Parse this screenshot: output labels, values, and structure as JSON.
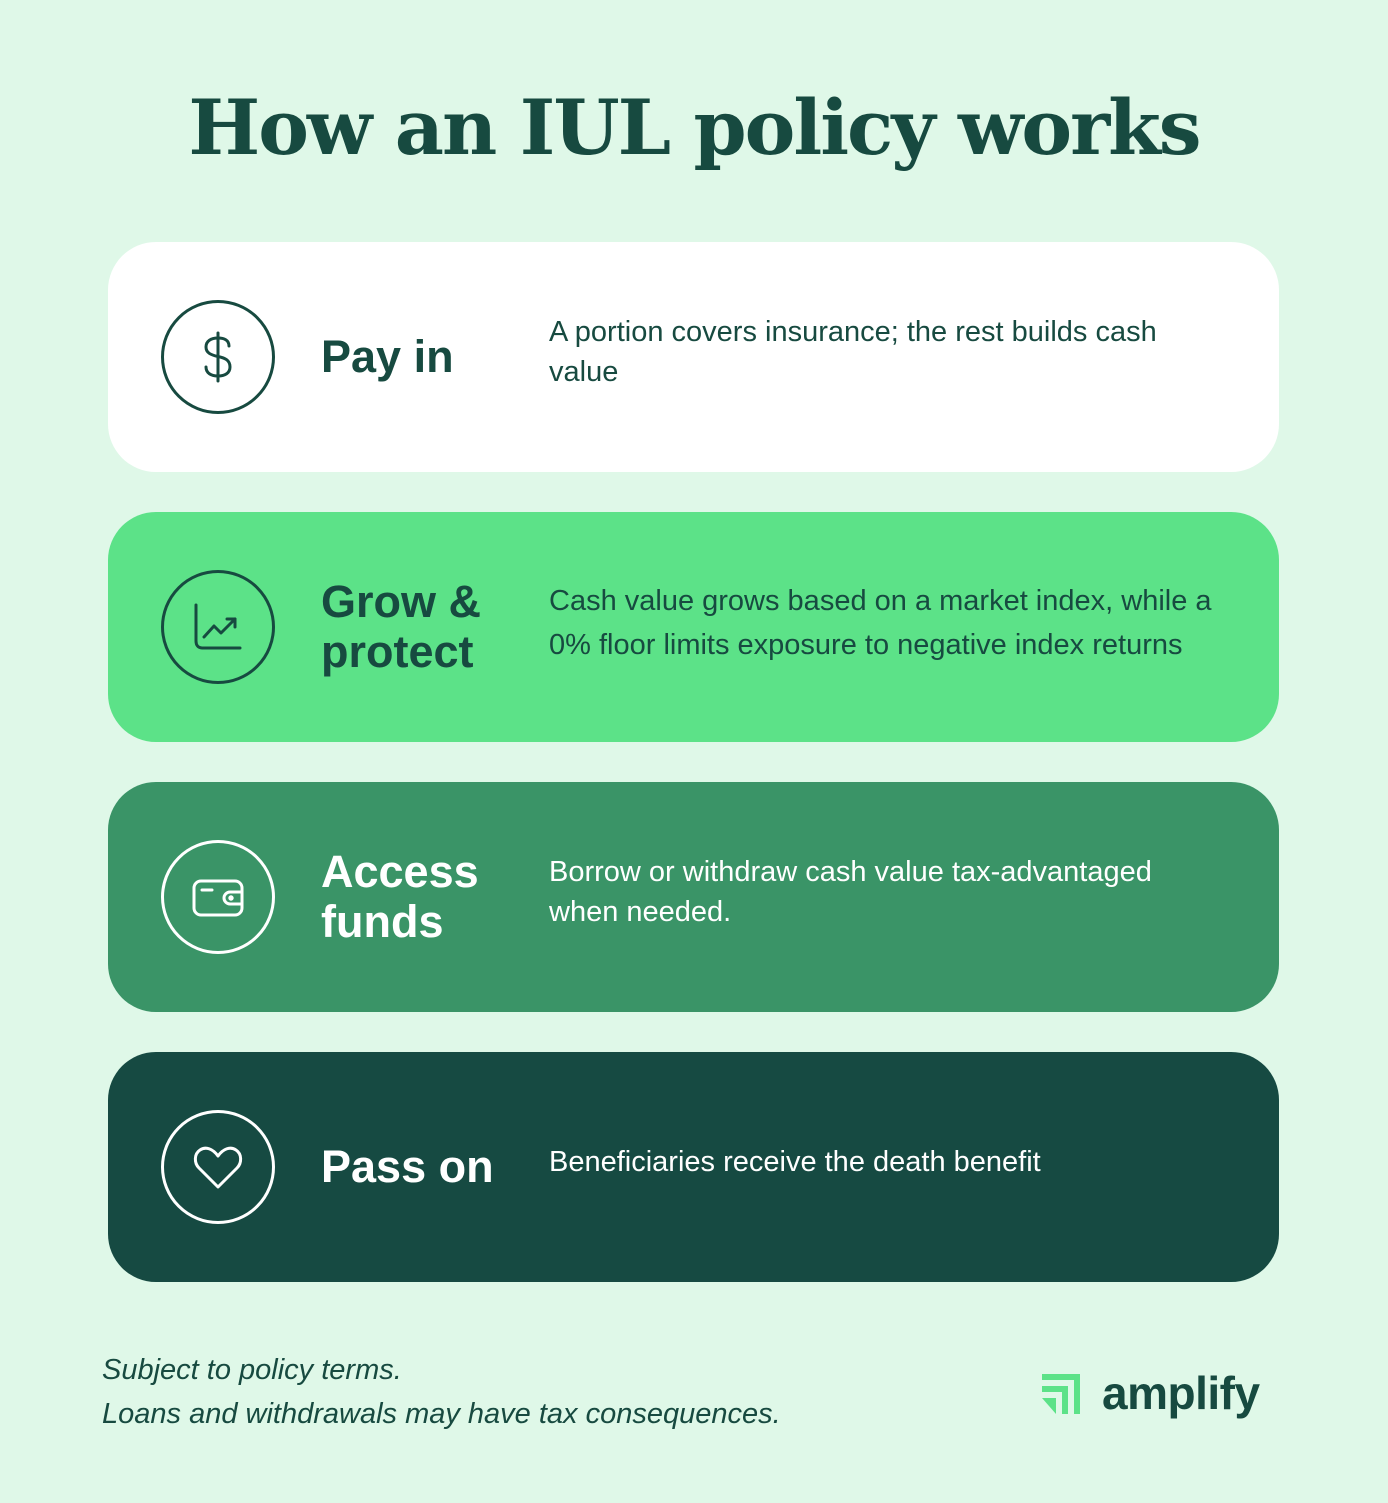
{
  "page": {
    "title": "How an IUL policy works"
  },
  "steps": [
    {
      "label": "Pay in",
      "description": "A portion covers insurance; the rest builds cash value",
      "icon": "dollar-icon",
      "background": "#ffffff"
    },
    {
      "label": "Grow &\nprotect",
      "description": "Cash value grows based on a market index, while a 0% floor limits exposure to negative index returns",
      "icon": "growth-chart-icon",
      "background": "#5ce288"
    },
    {
      "label": "Access\nfunds",
      "description": "Borrow or withdraw cash value tax-advantaged when needed.",
      "icon": "wallet-icon",
      "background": "#3a9467"
    },
    {
      "label": "Pass on",
      "description": "Beneficiaries receive the death benefit",
      "icon": "heart-icon",
      "background": "#164a42"
    }
  ],
  "footer": {
    "line1": "Subject to policy terms.",
    "line2": "Loans and withdrawals may have tax consequences."
  },
  "brand": {
    "name": "amplify",
    "logo_icon": "amplify-logo-icon",
    "accent": "#5ce288",
    "text_color": "#174a40"
  }
}
